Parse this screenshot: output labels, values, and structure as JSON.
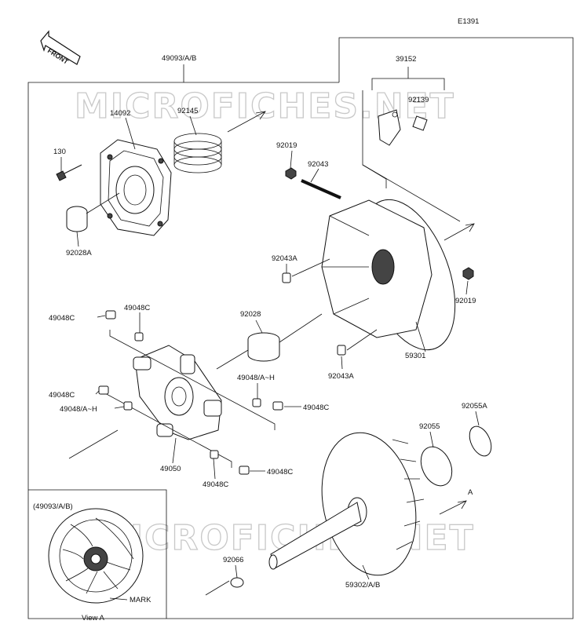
{
  "diagram_code": "E1391",
  "front_label": "FRONT",
  "watermark": "MICROFICHES.NET",
  "inset": {
    "title": "(49093/A/B)",
    "caption": "View A",
    "mark_label": "MARK"
  },
  "view_arrow_label": "A",
  "part_labels": {
    "p49093": "49093/A/B",
    "p39152": "39152",
    "p92139": "92139",
    "p14092": "14092",
    "p92145": "92145",
    "p130": "130",
    "p92019_top": "92019",
    "p92043": "92043",
    "p92028A": "92028A",
    "p92043A_top": "92043A",
    "p92019_right": "92019",
    "p49048C_a": "49048C",
    "p49048C_b": "49048C",
    "p92028": "92028",
    "p59301": "59301",
    "p92043A_bot": "92043A",
    "p49048AH_top": "49048/A~H",
    "p49048C_c": "49048C",
    "p49048C_d": "49048C",
    "p49048AH_left": "49048/A~H",
    "p92055": "92055",
    "p92055A": "92055A",
    "p49050": "49050",
    "p49048C_e": "49048C",
    "p49048C_f": "49048C",
    "p92066": "92066",
    "p59302": "59302/A/B"
  }
}
